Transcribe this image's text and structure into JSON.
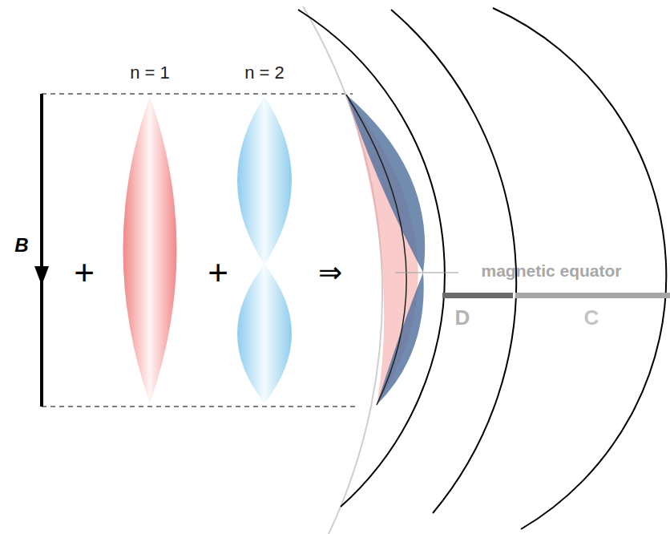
{
  "diagram": {
    "labels": [
      "n = 1",
      "n = 2",
      "B",
      "+",
      "+",
      "⇒",
      "magnetic equator",
      "D",
      "C"
    ]
  }
}
